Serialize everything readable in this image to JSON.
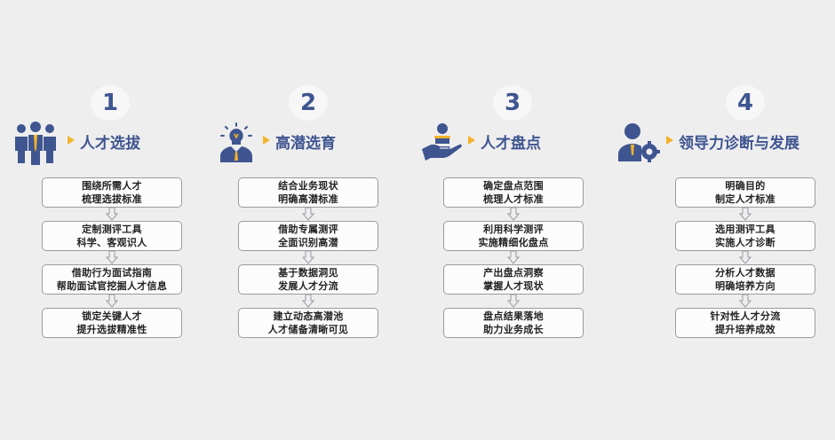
{
  "columns": [
    {
      "number": "1",
      "title": "人才选拔",
      "icon": "people-group-icon",
      "steps": [
        [
          "围绕所需人才",
          "梳理选拔标准"
        ],
        [
          "定制测评工具",
          "科学、客观识人"
        ],
        [
          "借助行为面试指南",
          "帮助面试官挖掘人才信息"
        ],
        [
          "锁定关键人才",
          "提升选拔精准性"
        ]
      ]
    },
    {
      "number": "2",
      "title": "高潜选育",
      "icon": "lightbulb-person-icon",
      "steps": [
        [
          "结合业务现状",
          "明确高潜标准"
        ],
        [
          "借助专属测评",
          "全面识别高潜"
        ],
        [
          "基于数据洞见",
          "发展人才分流"
        ],
        [
          "建立动态高潜池",
          "人才储备清晰可见"
        ]
      ]
    },
    {
      "number": "3",
      "title": "人才盘点",
      "icon": "hand-holding-person-icon",
      "steps": [
        [
          "确定盘点范围",
          "梳理人才标准"
        ],
        [
          "利用科学测评",
          "实施精细化盘点"
        ],
        [
          "产出盘点洞察",
          "掌握人才现状"
        ],
        [
          "盘点结果落地",
          "助力业务成长"
        ]
      ]
    },
    {
      "number": "4",
      "title": "领导力诊断与发展",
      "icon": "person-gear-icon",
      "steps": [
        [
          "明确目的",
          "制定人才标准"
        ],
        [
          "选用测评工具",
          "实施人才诊断"
        ],
        [
          "分析人才数据",
          "明确培养方向"
        ],
        [
          "针对性人才分流",
          "提升培养成效"
        ]
      ]
    }
  ],
  "colors": {
    "primary": "#3f5590",
    "accent": "#f3b32a",
    "border": "#9a9aa0"
  }
}
